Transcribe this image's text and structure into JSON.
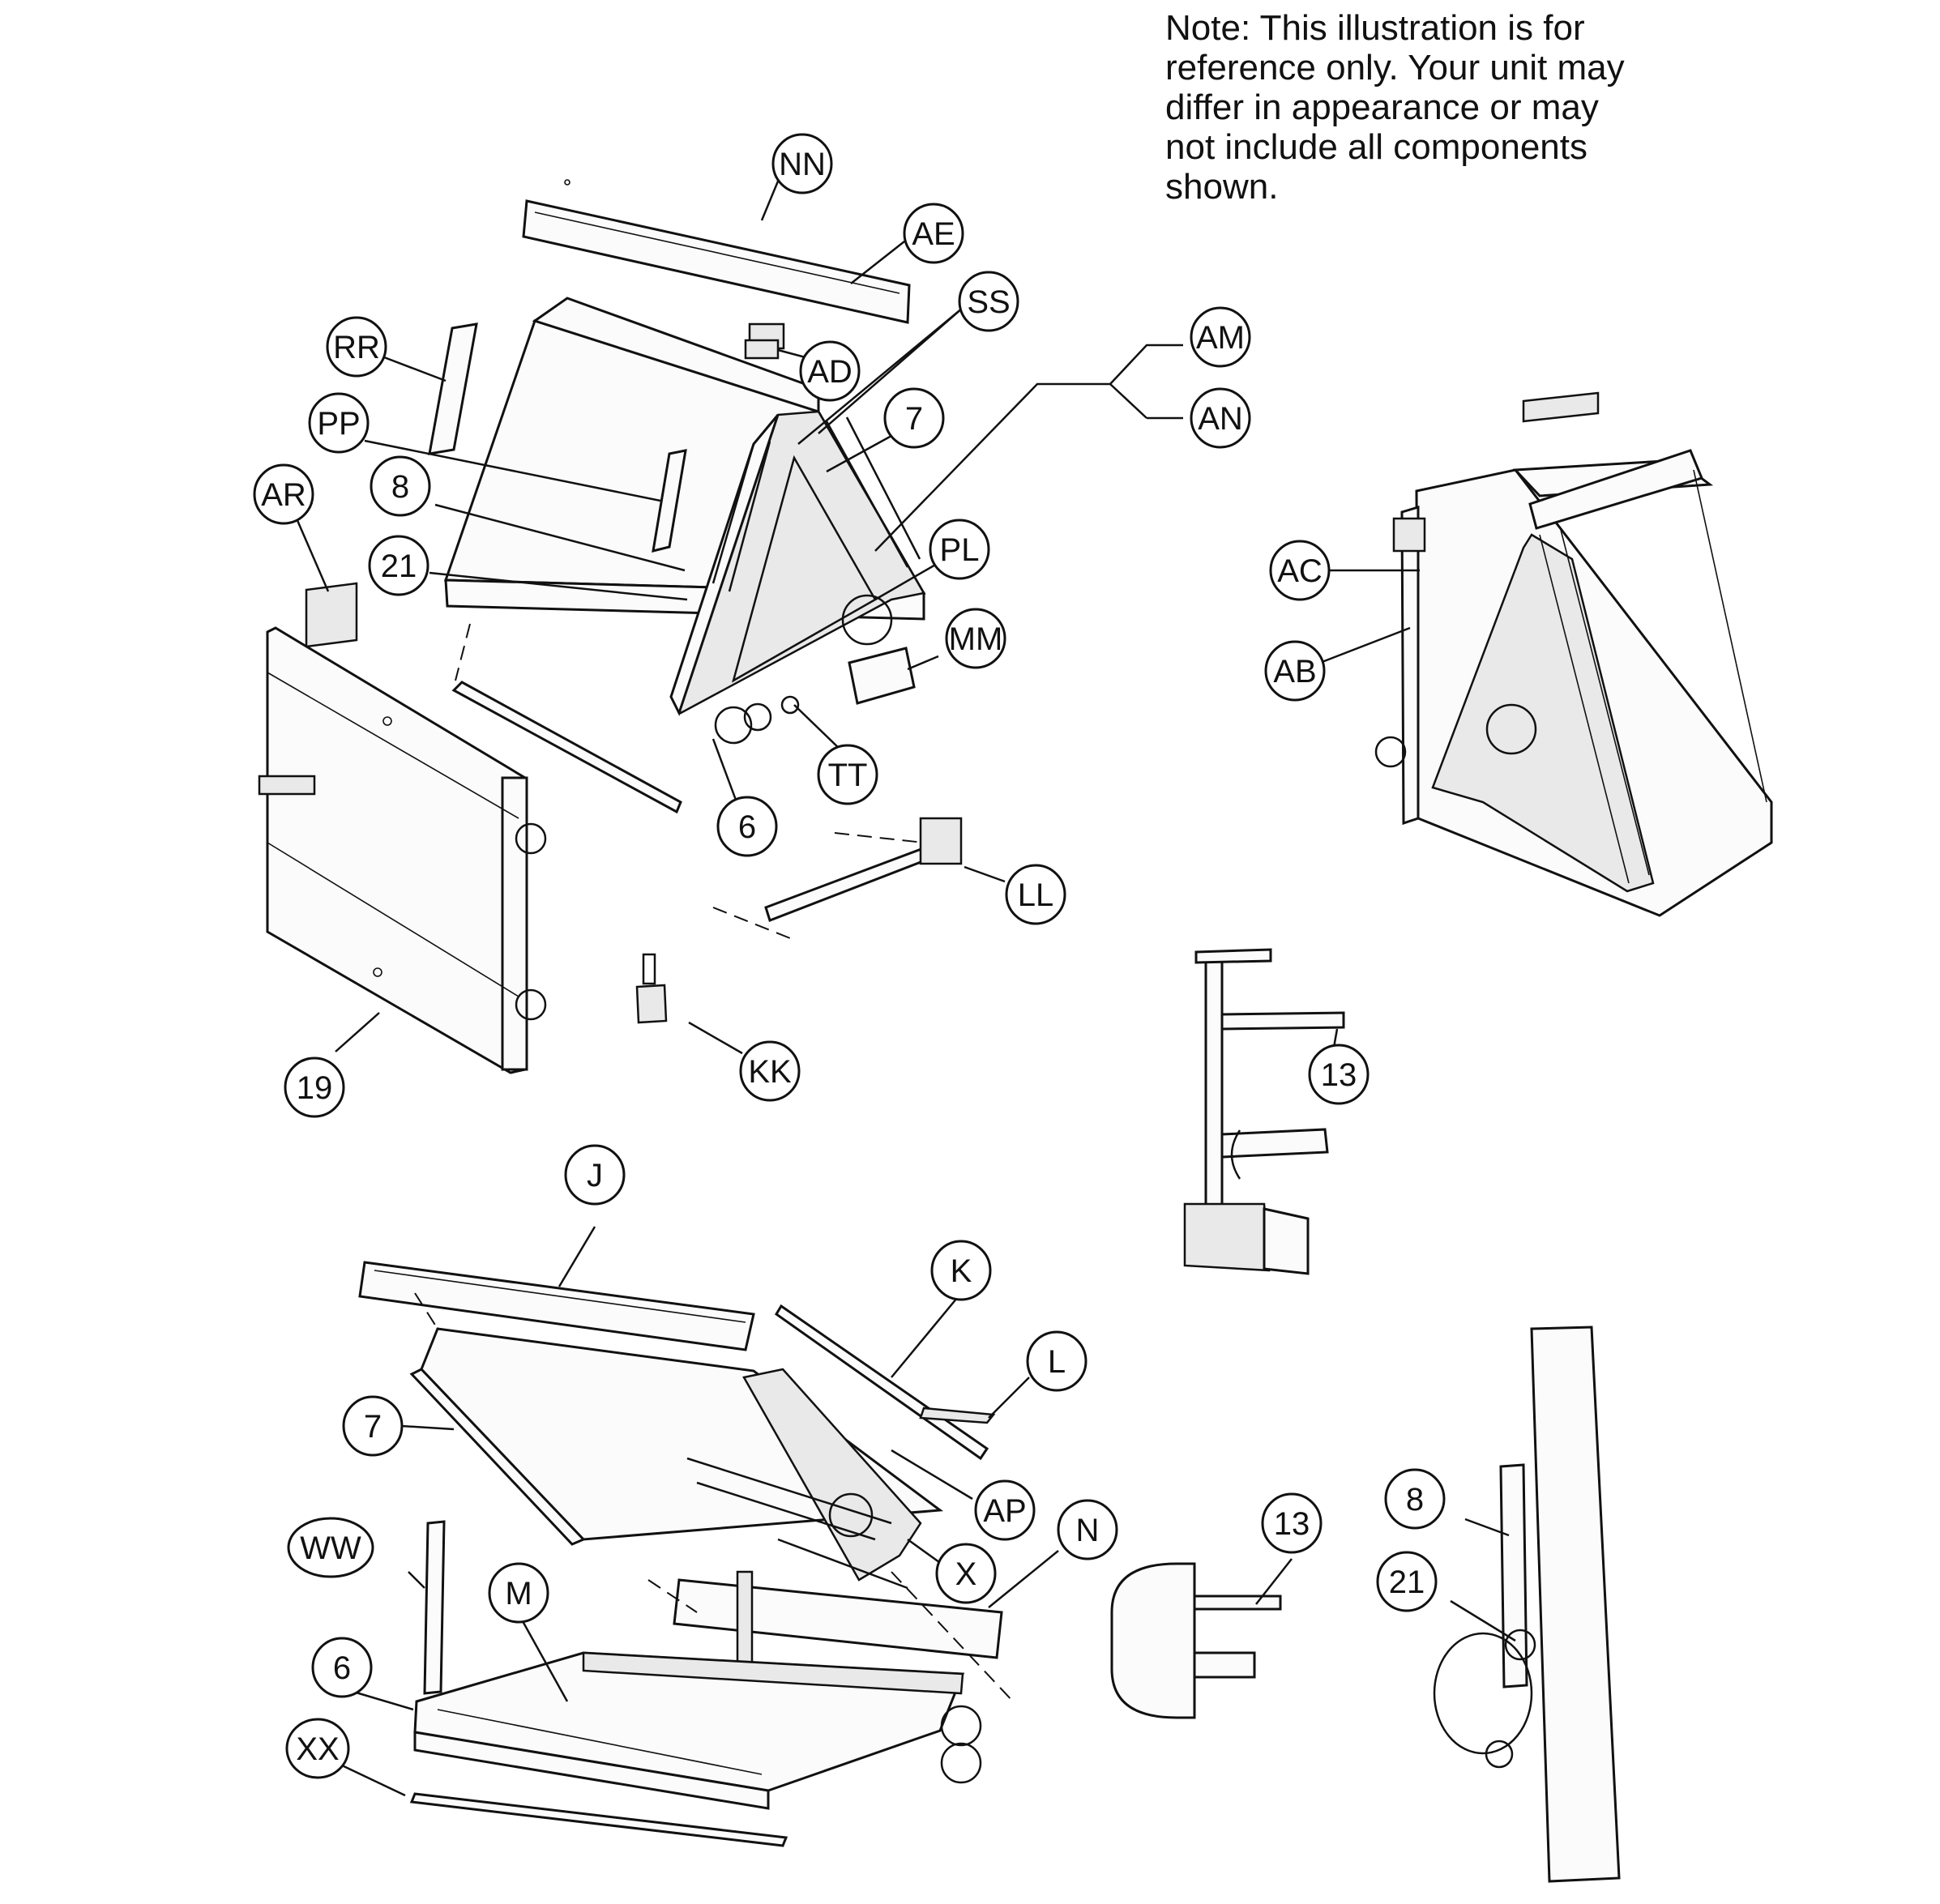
{
  "note": {
    "lines": [
      "Note: This illustration is for",
      "reference only. Your unit may",
      "differ in appearance or may",
      "not include all components",
      "shown."
    ]
  },
  "callouts": [
    {
      "id": "nn",
      "label": "NN"
    },
    {
      "id": "ae",
      "label": "AE"
    },
    {
      "id": "ss",
      "label": "SS"
    },
    {
      "id": "rr",
      "label": "RR"
    },
    {
      "id": "ad",
      "label": "AD"
    },
    {
      "id": "am",
      "label": "AM"
    },
    {
      "id": "pp",
      "label": "PP"
    },
    {
      "id": "seven-top",
      "label": "7"
    },
    {
      "id": "an",
      "label": "AN"
    },
    {
      "id": "ar",
      "label": "AR"
    },
    {
      "id": "eight-top",
      "label": "8"
    },
    {
      "id": "pl",
      "label": "PL"
    },
    {
      "id": "twentyone-top",
      "label": "21"
    },
    {
      "id": "ac",
      "label": "AC"
    },
    {
      "id": "mm",
      "label": "MM"
    },
    {
      "id": "ab",
      "label": "AB"
    },
    {
      "id": "tt",
      "label": "TT"
    },
    {
      "id": "six-top",
      "label": "6"
    },
    {
      "id": "ll",
      "label": "LL"
    },
    {
      "id": "thirteen-upper",
      "label": "13"
    },
    {
      "id": "kk",
      "label": "KK"
    },
    {
      "id": "nineteen",
      "label": "19"
    },
    {
      "id": "j",
      "label": "J"
    },
    {
      "id": "k",
      "label": "K"
    },
    {
      "id": "l",
      "label": "L"
    },
    {
      "id": "seven-bottom",
      "label": "7"
    },
    {
      "id": "ap",
      "label": "AP"
    },
    {
      "id": "eight-bottom",
      "label": "8"
    },
    {
      "id": "n",
      "label": "N"
    },
    {
      "id": "thirteen-lower",
      "label": "13"
    },
    {
      "id": "ww",
      "label": "WW"
    },
    {
      "id": "x",
      "label": "X"
    },
    {
      "id": "twentyone-bottom",
      "label": "21"
    },
    {
      "id": "m",
      "label": "M"
    },
    {
      "id": "six-bottom",
      "label": "6"
    },
    {
      "id": "xx",
      "label": "XX"
    }
  ]
}
